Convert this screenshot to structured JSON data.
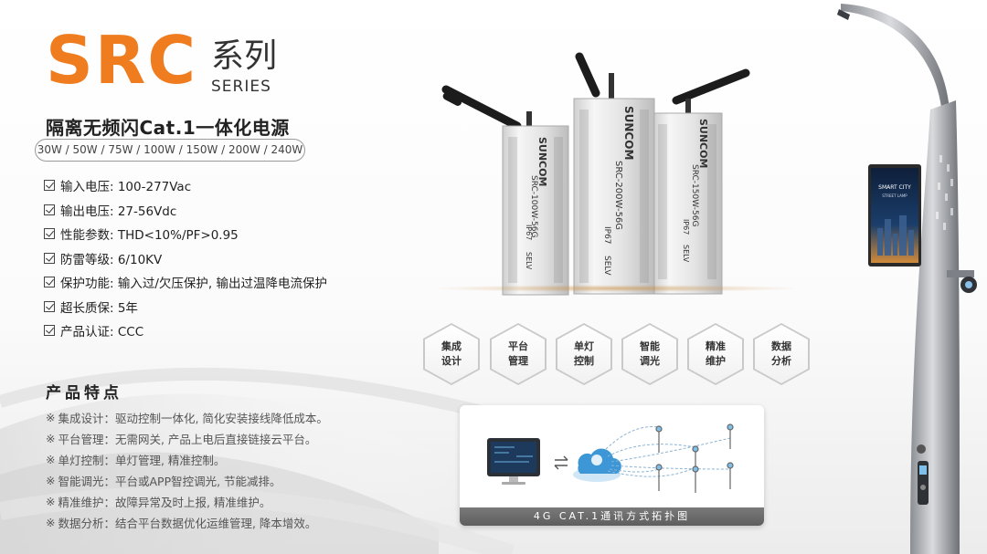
{
  "brand": {
    "name": "SRC",
    "series_cn": "系列",
    "series_en": "SERIES"
  },
  "subtitle": "隔离无频闪Cat.1一体化电源",
  "wattage_options": "30W / 50W / 75W / 100W / 150W / 200W / 240W",
  "specs": [
    "输入电压: 100-277Vac",
    "输出电压: 27-56Vdc",
    "性能参数: THD<10%/PF>0.95",
    "防雷等级: 6/10KV",
    "保护功能: 输入过/欠压保护, 输出过温降电流保护",
    "超长质保: 5年",
    "产品认证: CCC"
  ],
  "features_title": "产品特点",
  "features": [
    {
      "mark": "※",
      "text": "集成设计：驱动控制一体化, 简化安装接线降低成本。"
    },
    {
      "mark": "※",
      "text": "平台管理：无需网关, 产品上电后直接链接云平台。"
    },
    {
      "mark": "※",
      "text": "单灯控制：单灯管理, 精准控制。"
    },
    {
      "mark": "※",
      "text": "智能调光：平台或APP智控调光, 节能减排。"
    },
    {
      "mark": "※",
      "text": "精准维护：故障异常及时上报, 精准维护。"
    },
    {
      "mark": "※",
      "text": "数据分析：结合平台数据优化运维管理, 降本增效。"
    }
  ],
  "hex_features": [
    {
      "line1": "集成",
      "line2": "设计"
    },
    {
      "line1": "平台",
      "line2": "管理"
    },
    {
      "line1": "单灯",
      "line2": "控制"
    },
    {
      "line1": "智能",
      "line2": "调光"
    },
    {
      "line1": "精准",
      "line2": "维护"
    },
    {
      "line1": "数据",
      "line2": "分析"
    }
  ],
  "products": [
    {
      "brand": "SUNCOM",
      "model": "SRC-100W-56G",
      "ip": "IP67",
      "selv": "SELV"
    },
    {
      "brand": "SUNCOM",
      "model": "SRC-200W-56G",
      "ip": "IP67",
      "selv": "SELV"
    },
    {
      "brand": "SUNCOM",
      "model": "SRC-150W-56G",
      "ip": "IP67",
      "selv": "SELV"
    }
  ],
  "topology_caption": "4G CAT.1通讯方式拓扑图",
  "pole_screen": {
    "line1": "SMART CITY",
    "line2": "STREET LAMP"
  },
  "colors": {
    "brand_orange": "#ef7d20",
    "text_dark": "#222222",
    "hex_border": "#c9c9c9"
  },
  "icons": {
    "spec_check": "checkbox-icon",
    "monitor": "monitor-icon",
    "cloud": "cloud-icon",
    "exchange": "exchange-arrows-icon",
    "lamp": "street-lamp-icon"
  }
}
